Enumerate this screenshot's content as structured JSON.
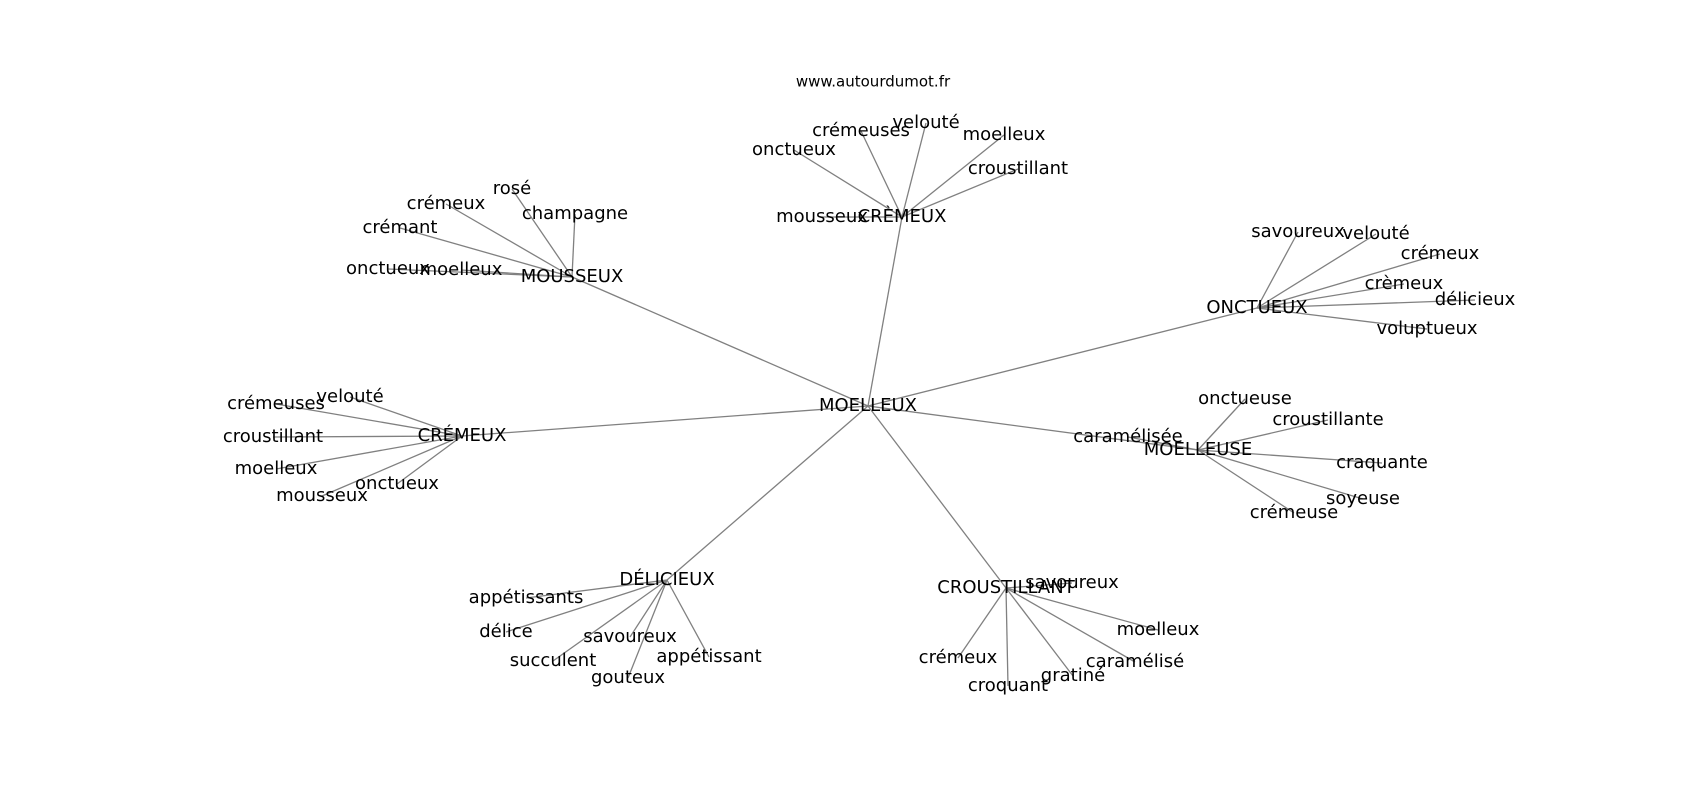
{
  "website": "www.autourdumot.fr",
  "colors": {
    "edge": "#808080",
    "text": "#000000",
    "background": "#ffffff"
  },
  "graph": {
    "center": "MOELLEUX",
    "clusters": [
      {
        "hub": "CRÈMEUX",
        "leaves": [
          "mousseux",
          "onctueux",
          "crémeuses",
          "velouté",
          "moelleux",
          "croustillant"
        ]
      },
      {
        "hub": "MOUSSEUX",
        "leaves": [
          "onctueux",
          "moelleux",
          "crémant",
          "crémeux",
          "rosé",
          "champagne"
        ]
      },
      {
        "hub": "ONCTUEUX",
        "leaves": [
          "savoureux",
          "velouté",
          "crémeux",
          "crèmeux",
          "délicieux",
          "voluptueux"
        ]
      },
      {
        "hub": "CRÉMEUX",
        "leaves": [
          "crémeuses",
          "velouté",
          "croustillant",
          "moelleux",
          "onctueux",
          "mousseux"
        ]
      },
      {
        "hub": "MOELLEUSE",
        "leaves": [
          "caramélisée",
          "onctueuse",
          "croustillante",
          "craquante",
          "soyeuse",
          "crémeuse"
        ]
      },
      {
        "hub": "DÉLICIEUX",
        "leaves": [
          "appétissants",
          "délice",
          "savoureux",
          "succulent",
          "gouteux",
          "appétissant"
        ]
      },
      {
        "hub": "CROUSTILLANT",
        "leaves": [
          "savoureux",
          "moelleux",
          "caramélisé",
          "gratiné",
          "croquant",
          "crémeux"
        ]
      }
    ]
  }
}
